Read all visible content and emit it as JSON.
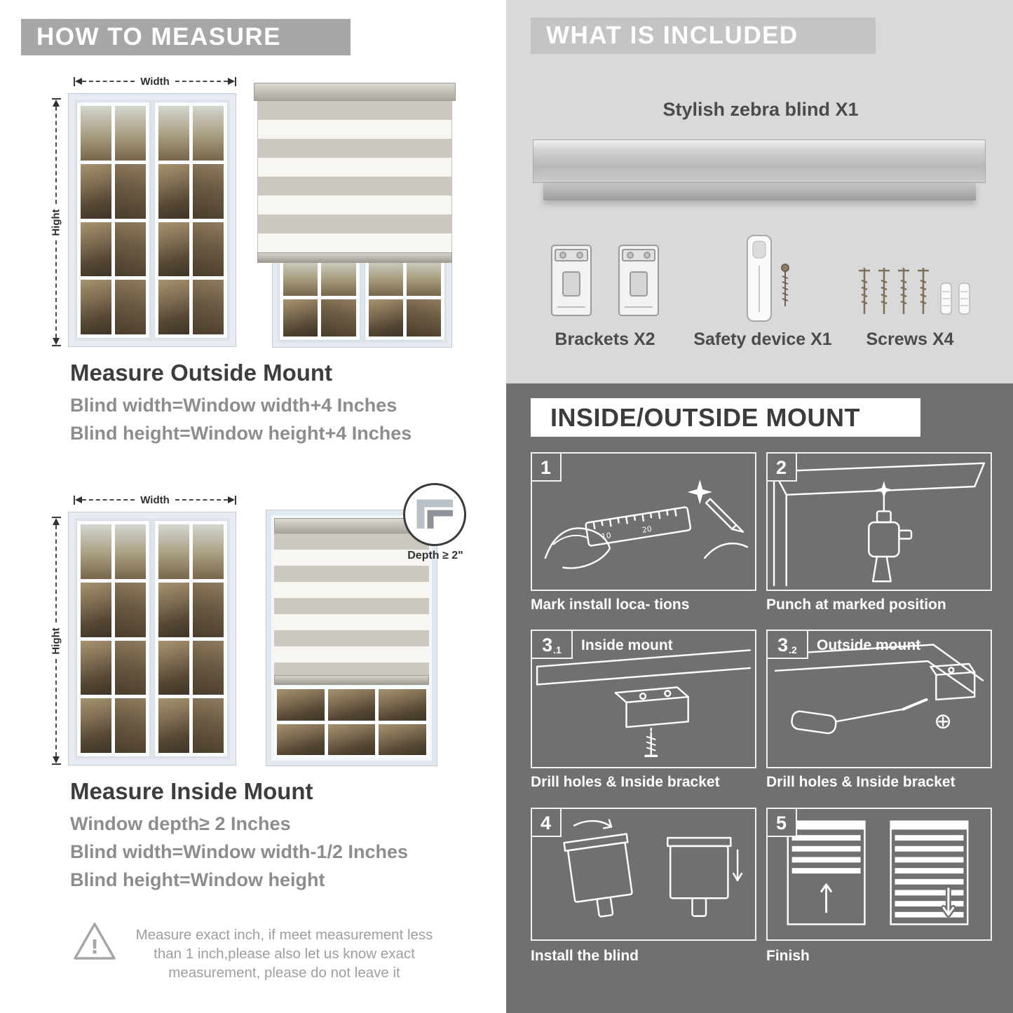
{
  "measure": {
    "banner": "HOW TO MEASURE",
    "width_label": "Width",
    "height_label": "Hight",
    "outside": {
      "heading": "Measure Outside Mount",
      "line1": "Blind width=Window width+4 Inches",
      "line2": "Blind height=Window height+4 Inches"
    },
    "inside": {
      "depth_callout": "Depth ≥ 2\"",
      "heading": "Measure Inside Mount",
      "line1": "Window depth≥ 2 Inches",
      "line2": "Blind width=Window width-1/2 Inches",
      "line3": "Blind height=Window height"
    },
    "warning": {
      "mark": "!",
      "line1": "Measure exact inch, if meet measurement less",
      "line2": "than 1 inch,please also let us know exact",
      "line3": "measurement, please do not leave it"
    }
  },
  "included": {
    "banner": "WHAT IS INCLUDED",
    "product": "Stylish zebra blind X1",
    "items": [
      {
        "label": "Brackets X2"
      },
      {
        "label": "Safety device X1"
      },
      {
        "label": "Screws X4"
      }
    ]
  },
  "mount": {
    "banner": "INSIDE/OUTSIDE MOUNT",
    "steps": [
      {
        "num": "1",
        "caption": "Mark install loca- tions"
      },
      {
        "num": "2",
        "caption": "Punch at  marked position"
      },
      {
        "num": "3",
        "sub": ".1",
        "title": "Inside mount",
        "caption": "Drill holes &  Inside bracket"
      },
      {
        "num": "3",
        "sub": ".2",
        "title": "Outside mount",
        "caption": "Drill holes &  Inside bracket"
      },
      {
        "num": "4",
        "caption": "Install the blind"
      },
      {
        "num": "5",
        "caption": "Finish"
      }
    ]
  },
  "colors": {
    "banner_gray": "#a7a7a7",
    "included_bg": "#d9d9d9",
    "included_banner": "#c4c4c4",
    "mount_bg": "#707070",
    "heading_dark": "#3d3d3d",
    "body_gray": "#8d8d8d"
  }
}
